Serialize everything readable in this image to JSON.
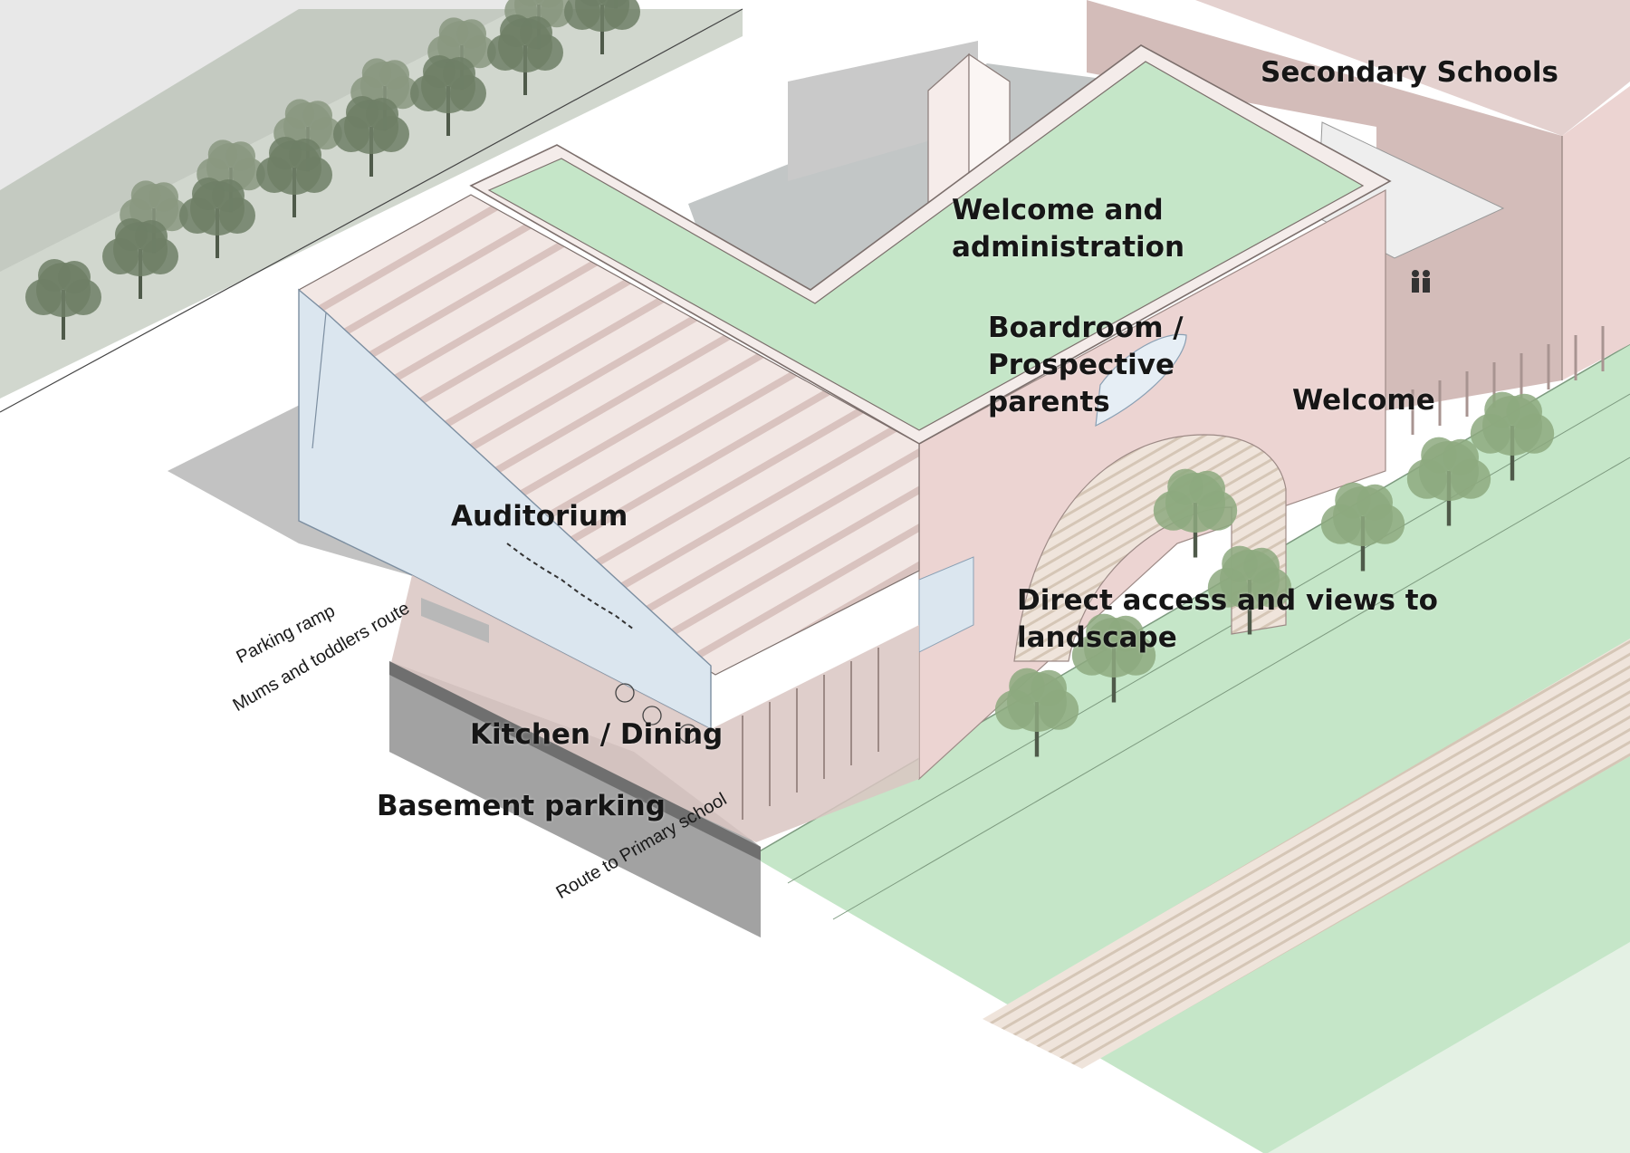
{
  "labels": {
    "secondary_schools": "Secondary Schools",
    "welcome_admin_line1": "Welcome and",
    "welcome_admin_line2": "administration",
    "boardroom_line1": "Boardroom /",
    "boardroom_line2": "Prospective",
    "boardroom_line3": "parents",
    "welcome": "Welcome",
    "auditorium": "Auditorium",
    "direct_access_line1": "Direct access and views to",
    "direct_access_line2": "landscape",
    "kitchen_dining": "Kitchen / Dining",
    "basement_parking": "Basement parking"
  },
  "routes": {
    "parking_ramp": "Parking ramp",
    "mums_toddlers": "Mums and toddlers route",
    "primary_school": "Route to Primary school"
  },
  "colors": {
    "green_roof": "#c5e6c8",
    "pink_wall": "#ecd4d2",
    "mauve_wall": "#c2afab",
    "glass": "#dbe6ef",
    "tree": "#6f7f66",
    "path": "#e8ddc4",
    "shadow": "#9b9b9b"
  }
}
